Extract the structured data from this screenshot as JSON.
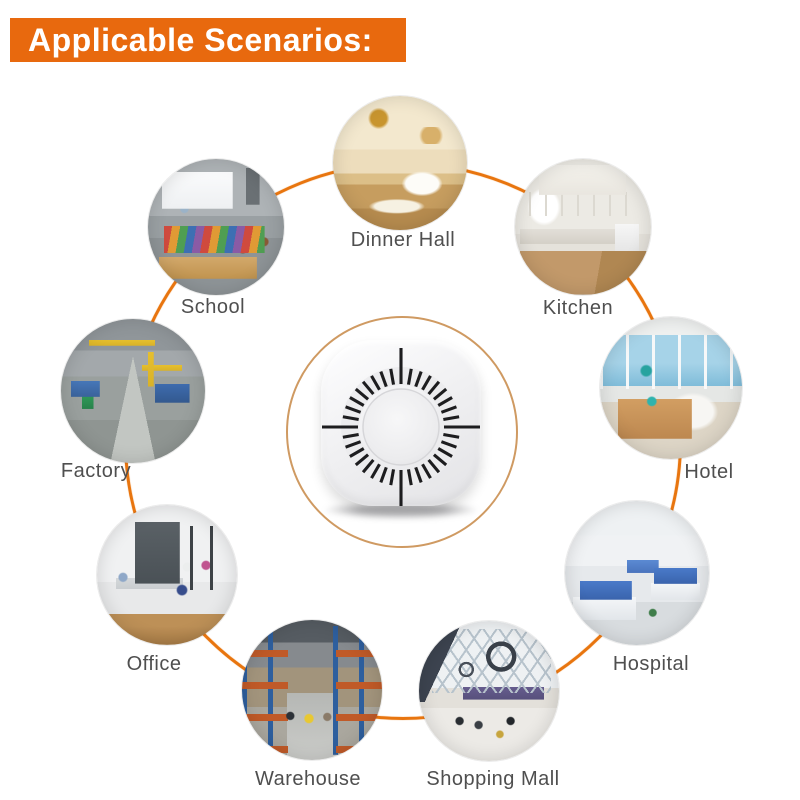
{
  "header": {
    "title": "Applicable Scenarios:"
  },
  "colors": {
    "banner_bg": "#e8690e",
    "banner_text": "#ffffff",
    "ring_orange": "#e8750f",
    "inner_ring": "#cf9a62",
    "label_text": "#4f4f4f",
    "tick_color": "#1d1d1f"
  },
  "product": {
    "name": "smoke-detector",
    "description": "white round smoke detector on squircle base with radial vent slots"
  },
  "scenarios": [
    {
      "id": "dinner-hall",
      "label": "Dinner Hall",
      "photo_alt": "classic dining room with chandelier and set table"
    },
    {
      "id": "kitchen",
      "label": "Kitchen",
      "photo_alt": "white kitchen with wooden floor"
    },
    {
      "id": "hotel",
      "label": "Hotel",
      "photo_alt": "hotel suite lounge with sea view windows"
    },
    {
      "id": "hospital",
      "label": "Hospital",
      "photo_alt": "hospital ward with blue beds"
    },
    {
      "id": "shopping-mall",
      "label": "Shopping Mall",
      "photo_alt": "mall atrium with glass roof and shoppers"
    },
    {
      "id": "warehouse",
      "label": "Warehouse",
      "photo_alt": "warehouse aisle with racks and workers"
    },
    {
      "id": "office",
      "label": "Office",
      "photo_alt": "open office with desks and staff"
    },
    {
      "id": "factory",
      "label": "Factory",
      "photo_alt": "factory floor with machines and cranes"
    },
    {
      "id": "school",
      "label": "School",
      "photo_alt": "classroom with whiteboard and rainbow rug"
    }
  ]
}
